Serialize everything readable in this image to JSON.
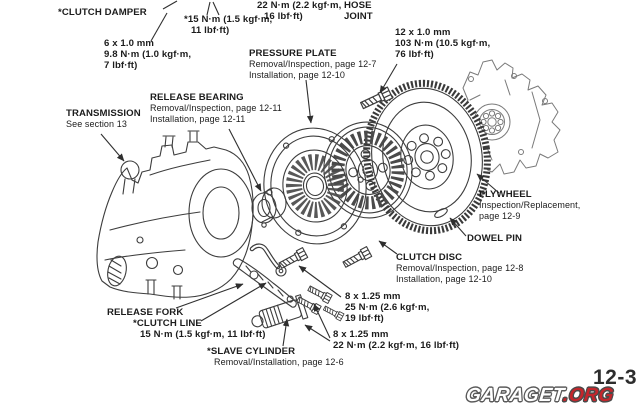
{
  "page": {
    "number": "12-3"
  },
  "watermark": {
    "main": "GARAGET",
    "suffix": ".ORG",
    "accent_color": "#c4262c"
  },
  "colors": {
    "ink": "#1c1c1c",
    "line_art": "#3d3d3d",
    "background": "#ffffff"
  },
  "labels": {
    "clutch_damper": {
      "title": "*CLUTCH DAMPER"
    },
    "bolt_6x10": {
      "title": "6 x 1.0 mm",
      "line2": "9.8 N·m (1.0 kgf·m,",
      "line3": "7 lbf·ft)"
    },
    "bolt_15": {
      "title": "*15 N·m (1.5 kgf·m,",
      "line2": "11 lbf·ft)"
    },
    "bolt_22_top": {
      "title": "22 N·m (2.2 kgf·m,",
      "line2": "16 lbf·ft)"
    },
    "hose_joint": {
      "title": "HOSE",
      "line2": "JOINT"
    },
    "pressure_plate": {
      "title": "PRESSURE PLATE",
      "line2": "Removal/Inspection, page 12-7",
      "line3": "Installation, page 12-10"
    },
    "bolt_12x10": {
      "title": "12 x 1.0 mm",
      "line2": "103 N·m (10.5 kgf·m,",
      "line3": "76 lbf·ft)"
    },
    "release_bearing": {
      "title": "RELEASE BEARING",
      "line2": "Removal/Inspection, page 12-11",
      "line3": "Installation, page 12-11"
    },
    "transmission": {
      "title": "TRANSMISSION",
      "line2": "See section 13"
    },
    "flywheel": {
      "title": "FLYWHEEL",
      "line2": "Inspection/Replacement,",
      "line3": "page 12-9"
    },
    "dowel_pin": {
      "title": "DOWEL PIN"
    },
    "clutch_disc": {
      "title": "CLUTCH DISC",
      "line2": "Removal/Inspection, page 12-8",
      "line3": "Installation, page 12-10"
    },
    "bolt_8x125_25": {
      "title": "8 x 1.25 mm",
      "line2": "25 N·m (2.6 kgf·m,",
      "line3": "19 lbf·ft)"
    },
    "bolt_8x125_22": {
      "title": "8 x 1.25 mm",
      "line2": "22 N·m (2.2 kgf·m, 16 lbf·ft)"
    },
    "release_fork": {
      "title": "RELEASE FORK"
    },
    "clutch_line": {
      "title": "*CLUTCH LINE",
      "line2": "15 N·m (1.5 kgf·m, 11 lbf·ft)"
    },
    "slave_cylinder": {
      "title": "*SLAVE CYLINDER",
      "line2": "Removal/Installation, page 12-6"
    }
  },
  "drawing_parts": [
    "engine-block",
    "flywheel",
    "dowel-pin",
    "clutch-disc",
    "pressure-plate",
    "release-bearing",
    "transmission-case",
    "release-fork",
    "clutch-line-pipe",
    "slave-cylinder",
    "mounting-bolts"
  ]
}
